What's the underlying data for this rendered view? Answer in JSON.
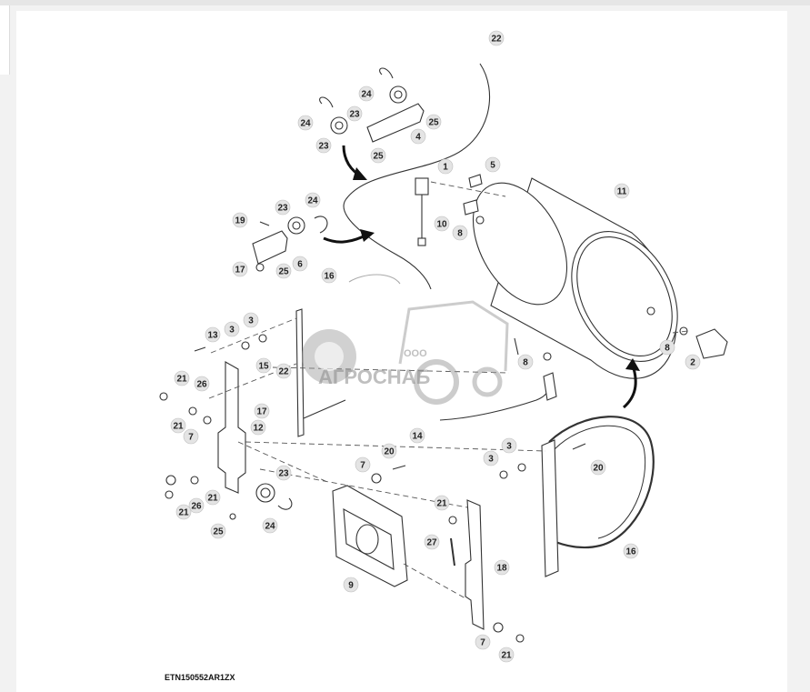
{
  "diagram": {
    "figure_id": "ETN150552AR1ZX",
    "watermark": {
      "prefix": "ООО",
      "company": "АГРОСНАБ"
    },
    "callouts": [
      "22",
      "24",
      "23",
      "25",
      "24",
      "23",
      "4",
      "25",
      "1",
      "5",
      "11",
      "19",
      "23",
      "24",
      "10",
      "8",
      "17",
      "25",
      "6",
      "16",
      "13",
      "3",
      "3",
      "8",
      "2",
      "15",
      "22",
      "21",
      "26",
      "17",
      "12",
      "21",
      "7",
      "8",
      "14",
      "20",
      "3",
      "3",
      "20",
      "7",
      "23",
      "21",
      "26",
      "21",
      "24",
      "25",
      "21",
      "27",
      "16",
      "9",
      "18",
      "7",
      "21"
    ]
  },
  "colors": {
    "line": "#333333",
    "callout_fill": "#e4e4e4",
    "watermark": "#8a8a8a"
  }
}
